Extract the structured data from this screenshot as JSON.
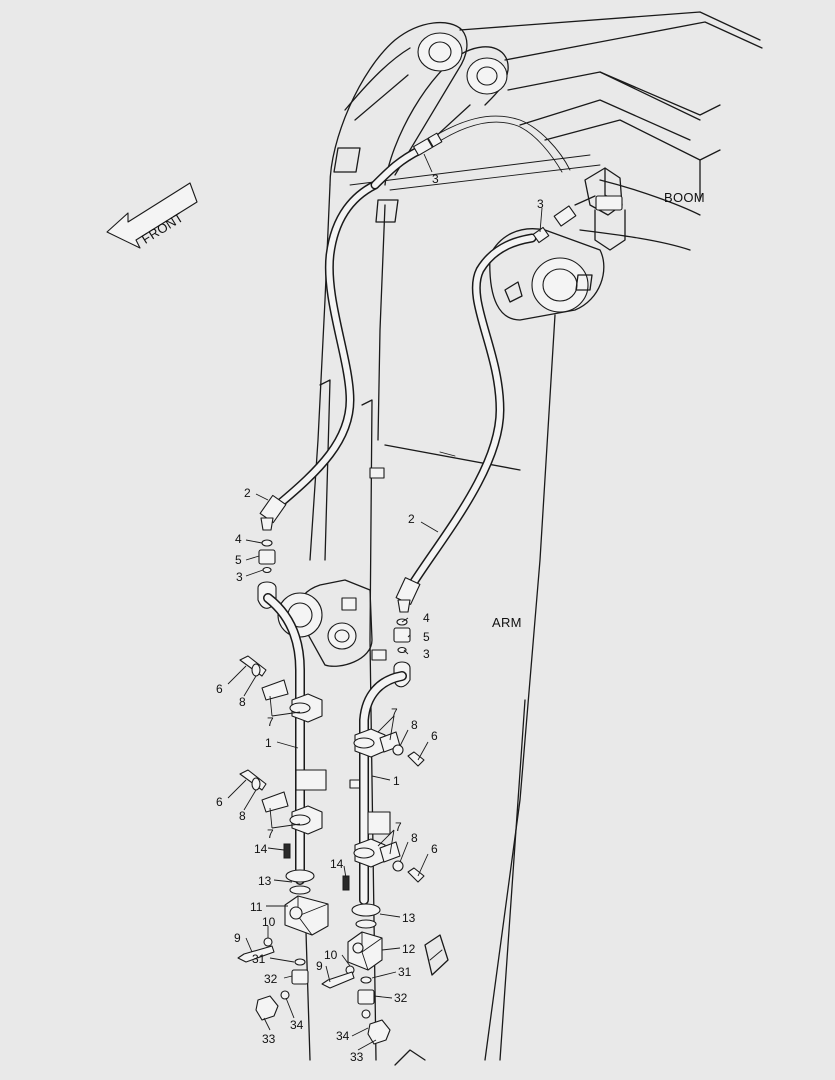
{
  "labels": {
    "front": "FRONT",
    "boom": "BOOM",
    "arm": "ARM"
  },
  "callouts": {
    "c1a": "1",
    "c1b": "1",
    "c2a": "2",
    "c2b": "2",
    "c3a": "3",
    "c3b": "3",
    "c3c": "3",
    "c3d": "3",
    "c4a": "4",
    "c4b": "4",
    "c5a": "5",
    "c5b": "5",
    "c6a": "6",
    "c6b": "6",
    "c6c": "6",
    "c6d": "6",
    "c7a": "7",
    "c7b": "7",
    "c7c": "7",
    "c7d": "7",
    "c8a": "8",
    "c8b": "8",
    "c8c": "8",
    "c8d": "8",
    "c9a": "9",
    "c9b": "9",
    "c10a": "10",
    "c10b": "10",
    "c11": "11",
    "c12": "12",
    "c13a": "13",
    "c13b": "13",
    "c14a": "14",
    "c14b": "14",
    "c31a": "31",
    "c31b": "31",
    "c32a": "32",
    "c32b": "32",
    "c33a": "33",
    "c33b": "33",
    "c34a": "34",
    "c34b": "34"
  }
}
